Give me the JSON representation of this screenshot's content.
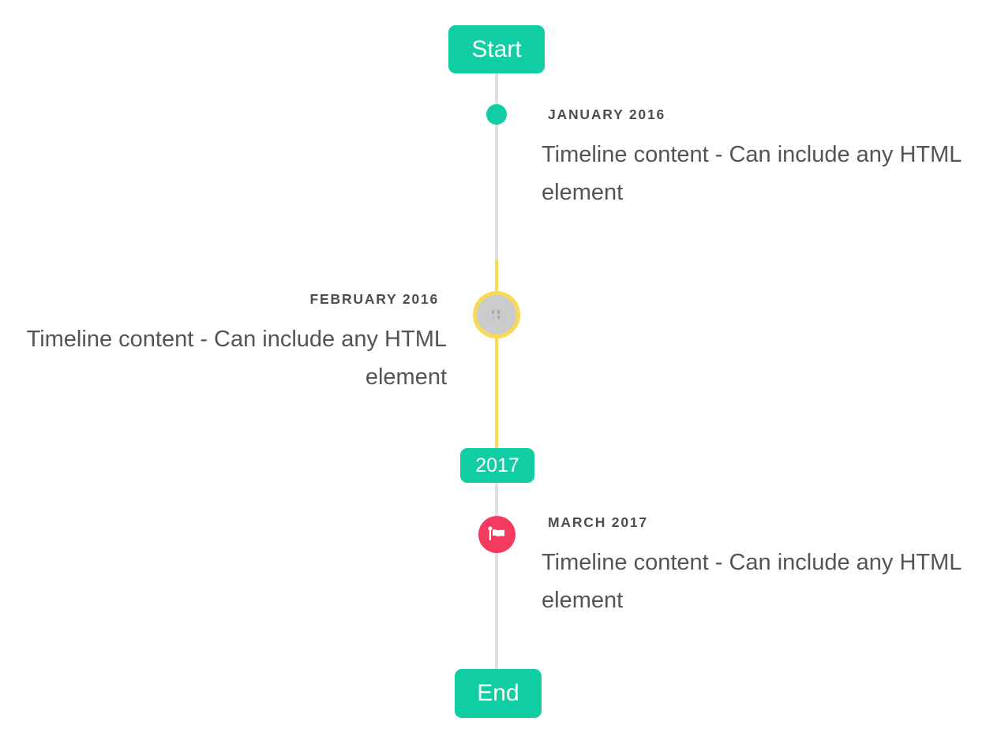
{
  "colors": {
    "accent_teal": "#11cda4",
    "accent_yellow": "#f9da55",
    "accent_red": "#f33b5f",
    "line_gray": "#e0e0e0",
    "thumb_gray": "#cbcbcb",
    "label_color": "#4d4d4d",
    "content_color": "#545454",
    "badge_text": "#ffffff"
  },
  "timeline": {
    "start_label": "Start",
    "year_badge": "2017",
    "end_label": "End",
    "events": [
      {
        "date": "JANUARY 2016",
        "content": "Timeline content - Can include any HTML element",
        "side": "right",
        "marker": "teal-dot"
      },
      {
        "date": "FEBRUARY 2016",
        "content": "Timeline content - Can include any HTML element",
        "side": "left",
        "marker": "image-thumbnail-circle-yellow-ring"
      },
      {
        "date": "MARCH 2017",
        "content": "Timeline content - Can include any HTML element",
        "side": "right",
        "marker": "red-flag-circle"
      }
    ]
  }
}
